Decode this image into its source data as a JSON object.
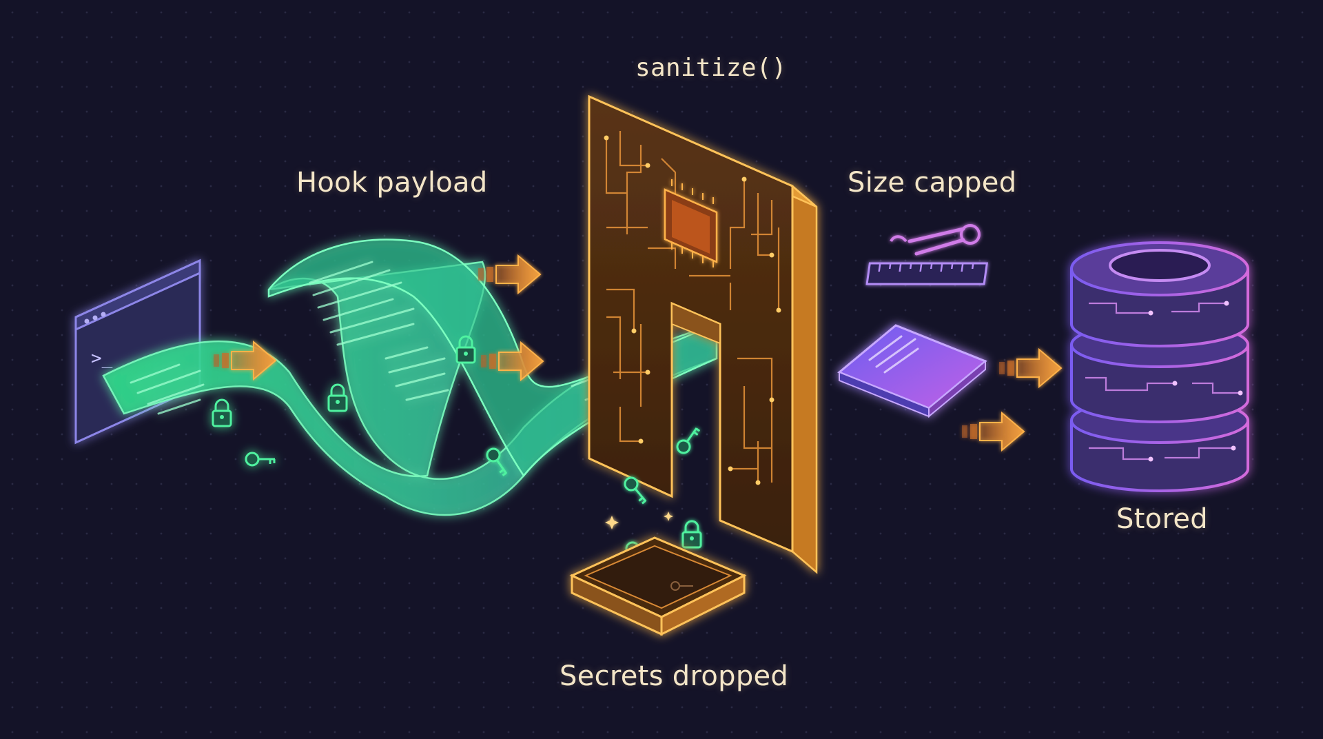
{
  "diagram": {
    "function_label": "sanitize()",
    "stages": {
      "input": "Hook payload",
      "size": "Size capped",
      "output": "Stored",
      "dropped": "Secrets dropped"
    },
    "terminal_prompt": ">_"
  },
  "colors": {
    "background": "#141328",
    "payload": "#4ff2a0",
    "gate": "#f5a531",
    "arrow": "#e8913a",
    "capped": "#a86cf5",
    "storage": "#c58bf2",
    "label": "#f4e6c8"
  },
  "icons": [
    "terminal-icon",
    "lock-icon",
    "key-icon",
    "circuit-gate-icon",
    "chip-icon",
    "ruler-icon",
    "scissors-icon",
    "database-icon",
    "tray-icon",
    "arrow-icon"
  ]
}
